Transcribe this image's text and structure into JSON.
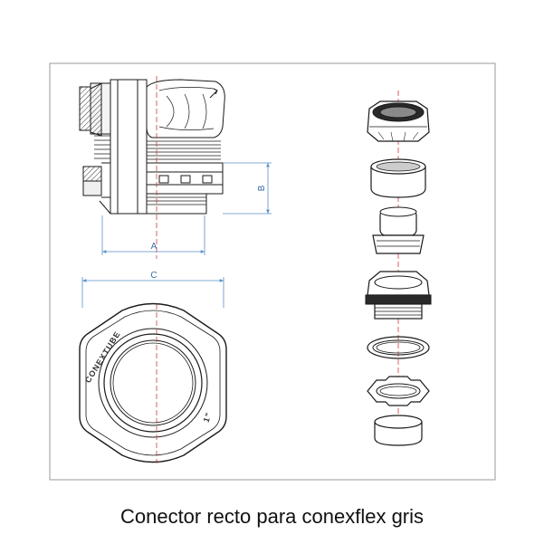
{
  "caption": "Conector recto para conexflex gris",
  "dimensions": {
    "a": "A",
    "b": "B",
    "c": "C"
  },
  "front_view": {
    "brand_text": "CONEXTUBE",
    "size_text": "1\""
  },
  "colors": {
    "line": "#1a1a1a",
    "frame": "#9a9a9a",
    "dimension": "#5a8fc8",
    "axis": "#d23a3a"
  }
}
